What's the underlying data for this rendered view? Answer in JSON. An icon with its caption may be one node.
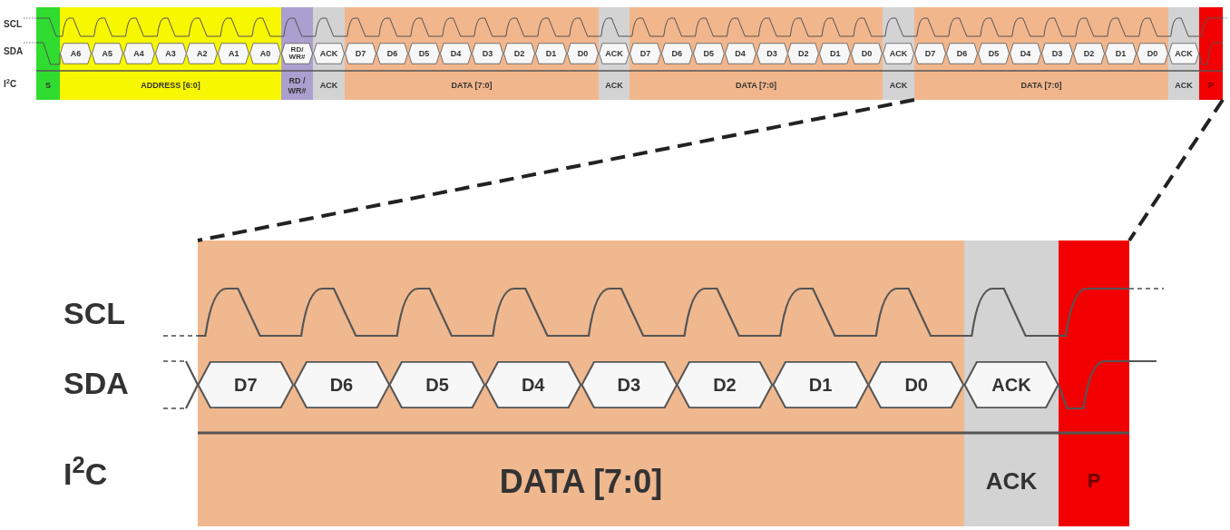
{
  "diagram": {
    "nodes": [
      {
        "text": [
          "S"
        ]
      },
      {
        "text": [
          "ADDRESS [6:0]"
        ]
      },
      {
        "text": [
          "A6"
        ],
        "in": 1
      },
      {
        "text": [
          "A5"
        ],
        "in": 1
      },
      {
        "text": [
          "A4"
        ],
        "in": 1
      },
      {
        "text": [
          "A3"
        ],
        "in": 1
      },
      {
        "text": [
          "A2"
        ],
        "in": 1
      },
      {
        "text": [
          "A1"
        ],
        "in": 1
      },
      {
        "text": [
          "A0"
        ],
        "in": 1
      },
      {
        "text": [
          "RD / WR#"
        ]
      },
      {
        "text": [
          "RD/ WR#"
        ],
        "in": 9
      },
      {
        "text": [
          "ACK"
        ]
      },
      {
        "text": [
          "ACK"
        ],
        "in": 11
      },
      {
        "text": [
          "DATA [7:0]"
        ]
      },
      {
        "text": [
          "D7"
        ],
        "in": 13
      },
      {
        "text": [
          "D6"
        ],
        "in": 13
      },
      {
        "text": [
          "D5"
        ],
        "in": 13
      },
      {
        "text": [
          "D4"
        ],
        "in": 13
      },
      {
        "text": [
          "D3"
        ],
        "in": 13
      },
      {
        "text": [
          "D2"
        ],
        "in": 13
      },
      {
        "text": [
          "D1"
        ],
        "in": 13
      },
      {
        "text": [
          "D0"
        ],
        "in": 13
      },
      {
        "text": [
          "ACK"
        ]
      },
      {
        "text": [
          "ACK"
        ],
        "in": 22
      },
      {
        "text": [
          "DATA [7:0]"
        ]
      },
      {
        "text": [
          "D7"
        ],
        "in": 24
      },
      {
        "text": [
          "D6"
        ],
        "in": 24
      },
      {
        "text": [
          "D5"
        ],
        "in": 24
      },
      {
        "text": [
          "D4"
        ],
        "in": 24
      },
      {
        "text": [
          "D3"
        ],
        "in": 24
      },
      {
        "text": [
          "D2"
        ],
        "in": 24
      },
      {
        "text": [
          "D1"
        ],
        "in": 24
      },
      {
        "text": [
          "D0"
        ],
        "in": 24
      },
      {
        "text": [
          "ACK"
        ]
      },
      {
        "text": [
          "ACK"
        ],
        "in": 33
      },
      {
        "text": [
          "DATA [7:0]"
        ]
      },
      {
        "text": [
          "D7"
        ],
        "in": 35
      },
      {
        "text": [
          "D6"
        ],
        "in": 35
      },
      {
        "text": [
          "D5"
        ],
        "in": 35
      },
      {
        "text": [
          "D4"
        ],
        "in": 35
      },
      {
        "text": [
          "D3"
        ],
        "in": 35
      },
      {
        "text": [
          "D2"
        ],
        "in": 35
      },
      {
        "text": [
          "D1"
        ],
        "in": 35
      },
      {
        "text": [
          "D0"
        ],
        "in": 35
      },
      {
        "text": [
          "ACK"
        ]
      },
      {
        "text": [
          "ACK"
        ],
        "in": 44
      },
      {
        "text": [
          "P"
        ]
      },
      {
        "text": [
          "DATA [7:0]"
        ]
      },
      {
        "text": [
          "D7"
        ],
        "in": 47
      },
      {
        "text": [
          "D6"
        ],
        "in": 47
      },
      {
        "text": [
          "D5"
        ],
        "in": 47
      },
      {
        "text": [
          "D4"
        ],
        "in": 47
      },
      {
        "text": [
          "D3"
        ],
        "in": 47
      },
      {
        "text": [
          "D2"
        ],
        "in": 47
      },
      {
        "text": [
          "D1"
        ],
        "in": 47
      },
      {
        "text": [
          "D0"
        ],
        "in": 47
      },
      {
        "text": [
          "ACK"
        ]
      },
      {
        "text": [
          "ACK"
        ],
        "in": 56
      },
      {
        "text": [
          "P"
        ]
      }
    ],
    "edges": [
      {
        "from": 35,
        "to": 47,
        "arrow": "none",
        "style": "dashed"
      },
      {
        "from": 46,
        "to": 58,
        "arrow": "none",
        "style": "dashed"
      }
    ],
    "labels": [
      "SCL",
      "SDA",
      "I$^{2}$C",
      "SCL",
      "SDA",
      "I$^{2}$C"
    ]
  }
}
